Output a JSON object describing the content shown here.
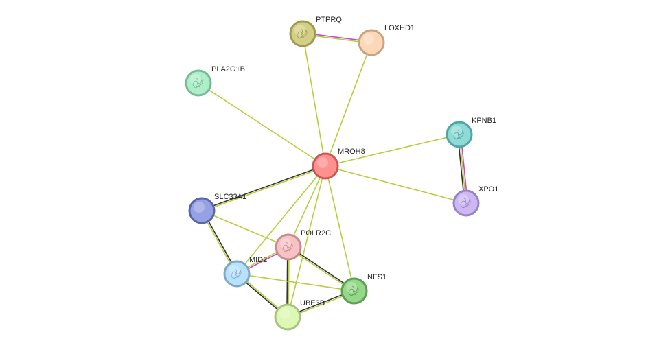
{
  "diagram": {
    "type": "protein-interaction-network",
    "nodes": [
      {
        "id": "MROH8",
        "label": "MROH8",
        "fill": "#ff9090",
        "stroke": "#cc5555",
        "structure": false
      },
      {
        "id": "PTPRQ",
        "label": "PTPRQ",
        "fill": "#d4cf86",
        "stroke": "#9e9a4e",
        "structure": true
      },
      {
        "id": "LOXHD1",
        "label": "LOXHD1",
        "fill": "#fcd8b8",
        "stroke": "#c8a282",
        "structure": false
      },
      {
        "id": "PLA2G1B",
        "label": "PLA2G1B",
        "fill": "#aeeec8",
        "stroke": "#74bb96",
        "structure": true
      },
      {
        "id": "KPNB1",
        "label": "KPNB1",
        "fill": "#8fdad6",
        "stroke": "#4fa6a2",
        "structure": true
      },
      {
        "id": "XPO1",
        "label": "XPO1",
        "fill": "#cdb8f2",
        "stroke": "#9a82c8",
        "structure": true
      },
      {
        "id": "SLC33A1",
        "label": "SLC33A1",
        "fill": "#96a1e4",
        "stroke": "#5a66a8",
        "structure": false
      },
      {
        "id": "POLR2C",
        "label": "POLR2C",
        "fill": "#f6c2c4",
        "stroke": "#c78a8d",
        "structure": true
      },
      {
        "id": "MID2",
        "label": "MID2",
        "fill": "#b8e2fb",
        "stroke": "#7fa9c3",
        "structure": true
      },
      {
        "id": "NFS1",
        "label": "NFS1",
        "fill": "#96d88a",
        "stroke": "#5c9e52",
        "structure": true
      },
      {
        "id": "UBE3B",
        "label": "UBE3B",
        "fill": "#ddf7b4",
        "stroke": "#a6c27c",
        "structure": false
      }
    ],
    "edges": [
      {
        "source": "MROH8",
        "target": "PTPRQ",
        "colors": [
          "#b5cf3a"
        ]
      },
      {
        "source": "MROH8",
        "target": "LOXHD1",
        "colors": [
          "#b5cf3a"
        ]
      },
      {
        "source": "MROH8",
        "target": "PLA2G1B",
        "colors": [
          "#b5cf3a"
        ]
      },
      {
        "source": "MROH8",
        "target": "KPNB1",
        "colors": [
          "#b5cf3a"
        ]
      },
      {
        "source": "MROH8",
        "target": "XPO1",
        "colors": [
          "#b5cf3a"
        ]
      },
      {
        "source": "MROH8",
        "target": "SLC33A1",
        "colors": [
          "#b5cf3a",
          "#333333"
        ]
      },
      {
        "source": "MROH8",
        "target": "POLR2C",
        "colors": [
          "#b5cf3a"
        ]
      },
      {
        "source": "MROH8",
        "target": "MID2",
        "colors": [
          "#b5cf3a"
        ]
      },
      {
        "source": "MROH8",
        "target": "NFS1",
        "colors": [
          "#b5cf3a"
        ]
      },
      {
        "source": "MROH8",
        "target": "UBE3B",
        "colors": [
          "#b5cf3a"
        ]
      },
      {
        "source": "PTPRQ",
        "target": "LOXHD1",
        "colors": [
          "#cc44cc",
          "#b5cf3a"
        ]
      },
      {
        "source": "KPNB1",
        "target": "XPO1",
        "colors": [
          "#cc44cc",
          "#b5cf3a",
          "#333333"
        ]
      },
      {
        "source": "SLC33A1",
        "target": "MID2",
        "colors": [
          "#333333",
          "#b5cf3a"
        ]
      },
      {
        "source": "SLC33A1",
        "target": "POLR2C",
        "colors": [
          "#b5cf3a"
        ]
      },
      {
        "source": "MID2",
        "target": "UBE3B",
        "colors": [
          "#b5cf3a",
          "#333333"
        ]
      },
      {
        "source": "POLR2C",
        "target": "MID2",
        "colors": [
          "#cc44cc",
          "#b5cf3a"
        ]
      },
      {
        "source": "POLR2C",
        "target": "UBE3B",
        "colors": [
          "#b5cf3a",
          "#333333"
        ]
      },
      {
        "source": "POLR2C",
        "target": "NFS1",
        "colors": [
          "#333333",
          "#b5cf3a"
        ]
      },
      {
        "source": "MID2",
        "target": "NFS1",
        "colors": [
          "#b5cf3a"
        ]
      },
      {
        "source": "UBE3B",
        "target": "NFS1",
        "colors": [
          "#333333",
          "#b5cf3a"
        ]
      }
    ]
  }
}
